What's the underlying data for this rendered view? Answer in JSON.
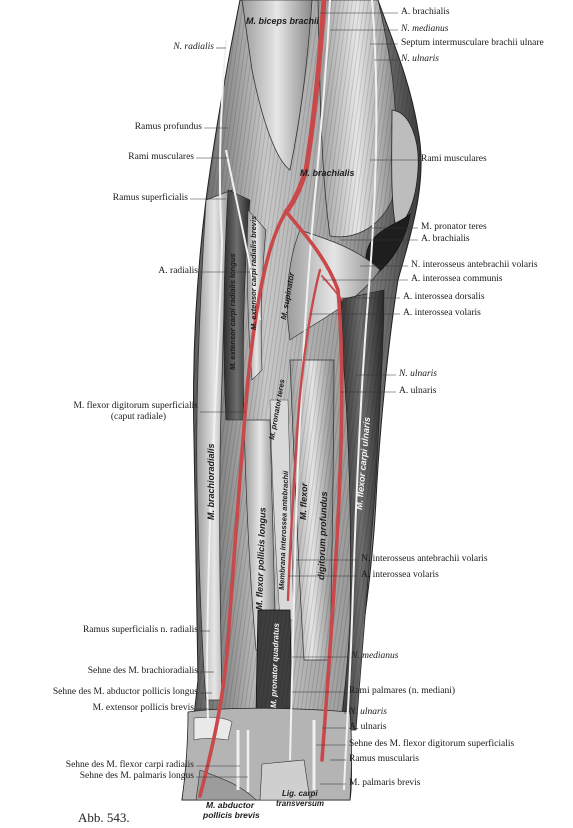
{
  "caption": "Abb. 543.",
  "colors": {
    "artery": "#c9484a",
    "muscle_light": "#d8d8d8",
    "muscle_dark": "#5a5a5a",
    "outline": "#222222"
  },
  "labels_right": [
    {
      "id": "a-brachialis-top",
      "text": "A. brachialis",
      "italic": false
    },
    {
      "id": "n-medianus-top",
      "text": "N. medianus",
      "italic": true
    },
    {
      "id": "septum",
      "text": "Septum intermusculare brachii ulnare",
      "italic": false
    },
    {
      "id": "n-ulnaris-top",
      "text": "N. ulnaris",
      "italic": true
    },
    {
      "id": "rami-musculares-right",
      "text": "Rami musculares",
      "italic": false
    },
    {
      "id": "m-pronator-teres",
      "text": "M. pronator teres",
      "italic": false
    },
    {
      "id": "a-brachialis-mid",
      "text": "A. brachialis",
      "italic": false
    },
    {
      "id": "n-interosseus-1",
      "text": "N. interosseus antebrachii volaris",
      "italic": false
    },
    {
      "id": "a-interossea-communis",
      "text": "A. interossea communis",
      "italic": false
    },
    {
      "id": "a-interossea-dorsalis",
      "text": "A. interossea dorsalis",
      "italic": false
    },
    {
      "id": "a-interossea-volaris-1",
      "text": "A. interossea volaris",
      "italic": false
    },
    {
      "id": "n-ulnaris-mid",
      "text": "N. ulnaris",
      "italic": true
    },
    {
      "id": "a-ulnaris-mid",
      "text": "A. ulnaris",
      "italic": false
    },
    {
      "id": "n-interosseus-2",
      "text": "N. interosseus antebrachii volaris",
      "italic": false
    },
    {
      "id": "a-interossea-volaris-2",
      "text": "A. interossea volaris",
      "italic": false
    },
    {
      "id": "n-medianus-low",
      "text": "N. medianus",
      "italic": true
    },
    {
      "id": "rami-palmares",
      "text": "Rami palmares (n. mediani)",
      "italic": false
    },
    {
      "id": "n-ulnaris-low",
      "text": "N. ulnaris",
      "italic": true
    },
    {
      "id": "a-ulnaris-low",
      "text": "A. ulnaris",
      "italic": false
    },
    {
      "id": "sehne-flexor-dig",
      "text": "Sehne des M. flexor digitorum superficialis",
      "italic": false
    },
    {
      "id": "ramus-muscularis",
      "text": "Ramus muscularis",
      "italic": false
    },
    {
      "id": "m-palmaris-brevis",
      "text": "M. palmaris brevis",
      "italic": false
    }
  ],
  "labels_left": [
    {
      "id": "n-radialis",
      "text": "N. radialis",
      "italic": true
    },
    {
      "id": "ramus-profundus",
      "text": "Ramus profundus",
      "italic": false
    },
    {
      "id": "rami-musculares-left",
      "text": "Rami musculares",
      "italic": false
    },
    {
      "id": "ramus-superficialis",
      "text": "Ramus superficialis",
      "italic": false
    },
    {
      "id": "a-radialis",
      "text": "A. radialis",
      "italic": false
    },
    {
      "id": "m-flexor-dig-sup",
      "text": "M. flexor digitorum superficialis",
      "italic": false
    },
    {
      "id": "caput-radiale",
      "text": "(caput radiale)",
      "italic": false
    },
    {
      "id": "ramus-sup-n-radialis",
      "text": "Ramus superficialis n. radialis",
      "italic": false
    },
    {
      "id": "sehne-brachioradialis",
      "text": "Sehne des M. brachioradialis",
      "italic": false
    },
    {
      "id": "sehne-abductor",
      "text": "Sehne des M. abductor pollicis longus",
      "italic": false
    },
    {
      "id": "m-extensor-pollicis",
      "text": "M. extensor pollicis brevis",
      "italic": false
    },
    {
      "id": "sehne-flexor-carpi",
      "text": "Sehne des M. flexor carpi radialis",
      "italic": false
    },
    {
      "id": "sehne-palmaris",
      "text": "Sehne des M. palmaris longus",
      "italic": false
    }
  ],
  "muscle_labels": {
    "biceps": "M. biceps brachii",
    "brachialis": "M. brachialis",
    "brachioradialis": "M. brachioradialis",
    "ext_carpi_longus": "M. extensor carpi radialis longus",
    "ext_carpi_brevis": "M. extensor carpi radialis brevis",
    "supinator": "M. supinator",
    "pronator_teres": "M. pronator teres",
    "flexor_pollicis": "M. flexor pollicis longus",
    "membrana": "Membrana interossea antebrachii",
    "flexor_dig_prof_1": "M. flexor",
    "flexor_dig_prof_2": "digitorum profundus",
    "flexor_carpi_uln": "M. flexor carpi ulnaris",
    "pronator_quadratus": "M. pronator quadratus",
    "abductor_1": "M. abductor",
    "abductor_2": "pollicis brevis",
    "lig_1": "Lig. carpi",
    "lig_2": "transversum"
  }
}
